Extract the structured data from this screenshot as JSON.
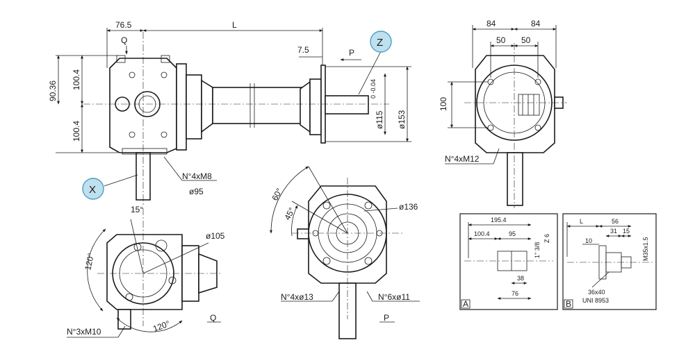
{
  "front_view": {
    "dim_offset": "76.5",
    "dim_length": "L",
    "dim_flange_offset": "7.5",
    "dim_height_total": "90.36",
    "dim_upper": "100.4",
    "dim_lower": "100.4",
    "dim_bore": "ø115",
    "dim_bore_tol": "0 -0.04",
    "dim_flange_dia": "ø153",
    "label_q": "Q",
    "label_p": "P",
    "callout_z": "Z",
    "callout_x": "X",
    "bolts_label": "N°4xM8",
    "bolts_dia": "ø95"
  },
  "side_view": {
    "dim_left_84": "84",
    "dim_right_84": "84",
    "dim_left_50": "50",
    "dim_right_50": "50",
    "dim_height": "100",
    "bolts_label": "N°4xM12"
  },
  "bottom_left_view": {
    "angle_15": "15°",
    "angle_120_left": "120°",
    "angle_120_bottom": "120°",
    "dim_dia": "ø105",
    "bolts_label": "N°3xM10",
    "view_label": "Q"
  },
  "bottom_center_view": {
    "angle_60": "60°",
    "angle_45": "45°",
    "dim_dia": "ø136",
    "bolts_left": "N°4xø13",
    "bolts_right": "N°6xø11",
    "view_label": "P"
  },
  "detail_a": {
    "dim_total": "195.4",
    "dim_left": "100.4",
    "dim_mid": "95",
    "thread_label": "1\" 3/8",
    "spline_label": "Z 6",
    "dim_38": "38",
    "dim_76": "76",
    "box_label": "A"
  },
  "detail_b": {
    "dim_l": "L",
    "dim_56": "56",
    "dim_31": "31",
    "dim_15": "15",
    "dim_10": "10",
    "thread_label": "M35x1.5",
    "spline_label": "36x40",
    "std_label": "UNI 8953",
    "box_label": "B"
  }
}
